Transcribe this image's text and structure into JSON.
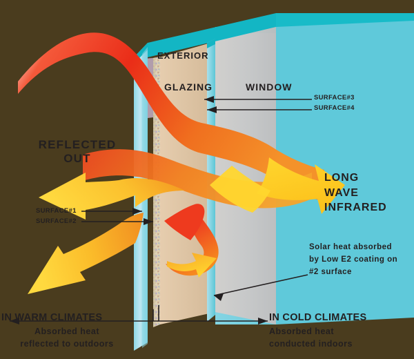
{
  "diagram": {
    "title": "Low-E2 insulated glazing unit heat flow diagram",
    "background_color": "#4a3c1e",
    "labels": {
      "exterior": "EXTERIOR",
      "glazing": "GLAZING",
      "window": "WINDOW",
      "surface3": "SURFACE#3",
      "surface4": "SURFACE#4",
      "surface1": "SURFACE#1",
      "surface2": "SURFACE#2",
      "reflected_out": "REFLECTED\nOUT",
      "long_wave_infrared": "LONG\nWAVE\nINFRARED",
      "solar_note": "Solar heat absorbed\nby Low E2 coating on\n#2 surface",
      "warm_title": "IN WARM CLIMATES",
      "warm_body": "Absorbed heat\nreflected to outdoors",
      "cold_title": "IN COLD CLIMATES",
      "cold_body": "Absorbed heat\nconducted indoors"
    },
    "colors": {
      "background": "#4a3c1e",
      "glass_teal": "#57c8d4",
      "glass_edge": "#12b3c0",
      "glass_light": "#bfe4f0",
      "solar_red": "#e8321e",
      "solar_orange": "#f07f20",
      "arrow_yellow": "#ffd62e",
      "arrow_amber": "#f2a030",
      "coating_tan": "#d8c09a",
      "text_dark": "#231f20"
    }
  }
}
